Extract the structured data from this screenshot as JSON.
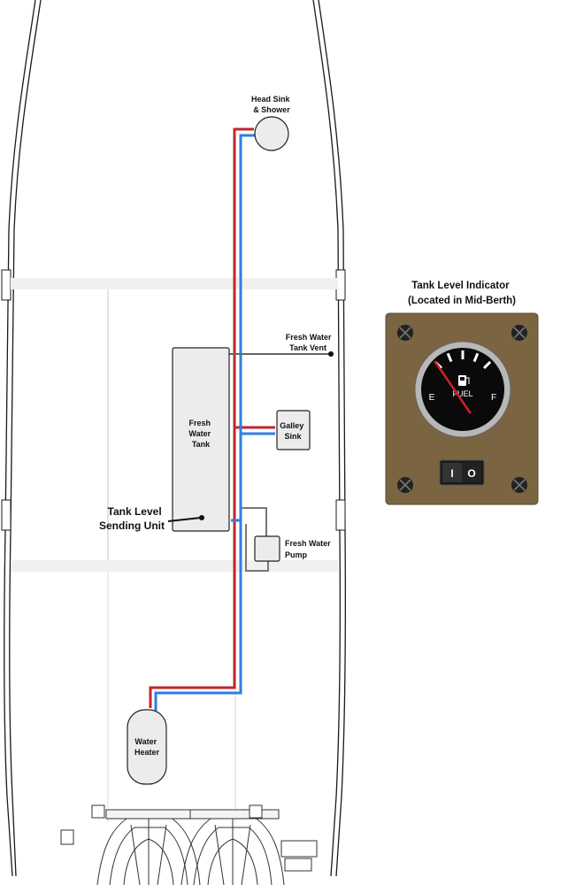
{
  "labels": {
    "head_sink": [
      "Head Sink",
      "& Shower"
    ],
    "fresh_water_tank": [
      "Fresh",
      "Water",
      "Tank"
    ],
    "tank_vent": [
      "Fresh Water",
      "Tank Vent"
    ],
    "galley_sink": [
      "Galley",
      "Sink"
    ],
    "tank_level_sending_unit": [
      "Tank Level",
      "Sending Unit"
    ],
    "fresh_water_pump": [
      "Fresh Water",
      "Pump"
    ],
    "water_heater": [
      "Water",
      "Heater"
    ]
  },
  "indicator": {
    "title": [
      "Tank Level Indicator",
      "(Located in Mid-Berth)"
    ],
    "gauge_word": "FUEL",
    "empty_mark": "E",
    "full_mark": "F",
    "switch_off": "I",
    "switch_on": "O",
    "level_fraction": 0.0
  },
  "colors": {
    "hot_line": "#c0272d",
    "cold_line": "#2f7fe0",
    "vent_line": "#666666",
    "panel": "#7a6442",
    "hull_outline": "#1a1a1a",
    "component_fill": "#ececec"
  }
}
